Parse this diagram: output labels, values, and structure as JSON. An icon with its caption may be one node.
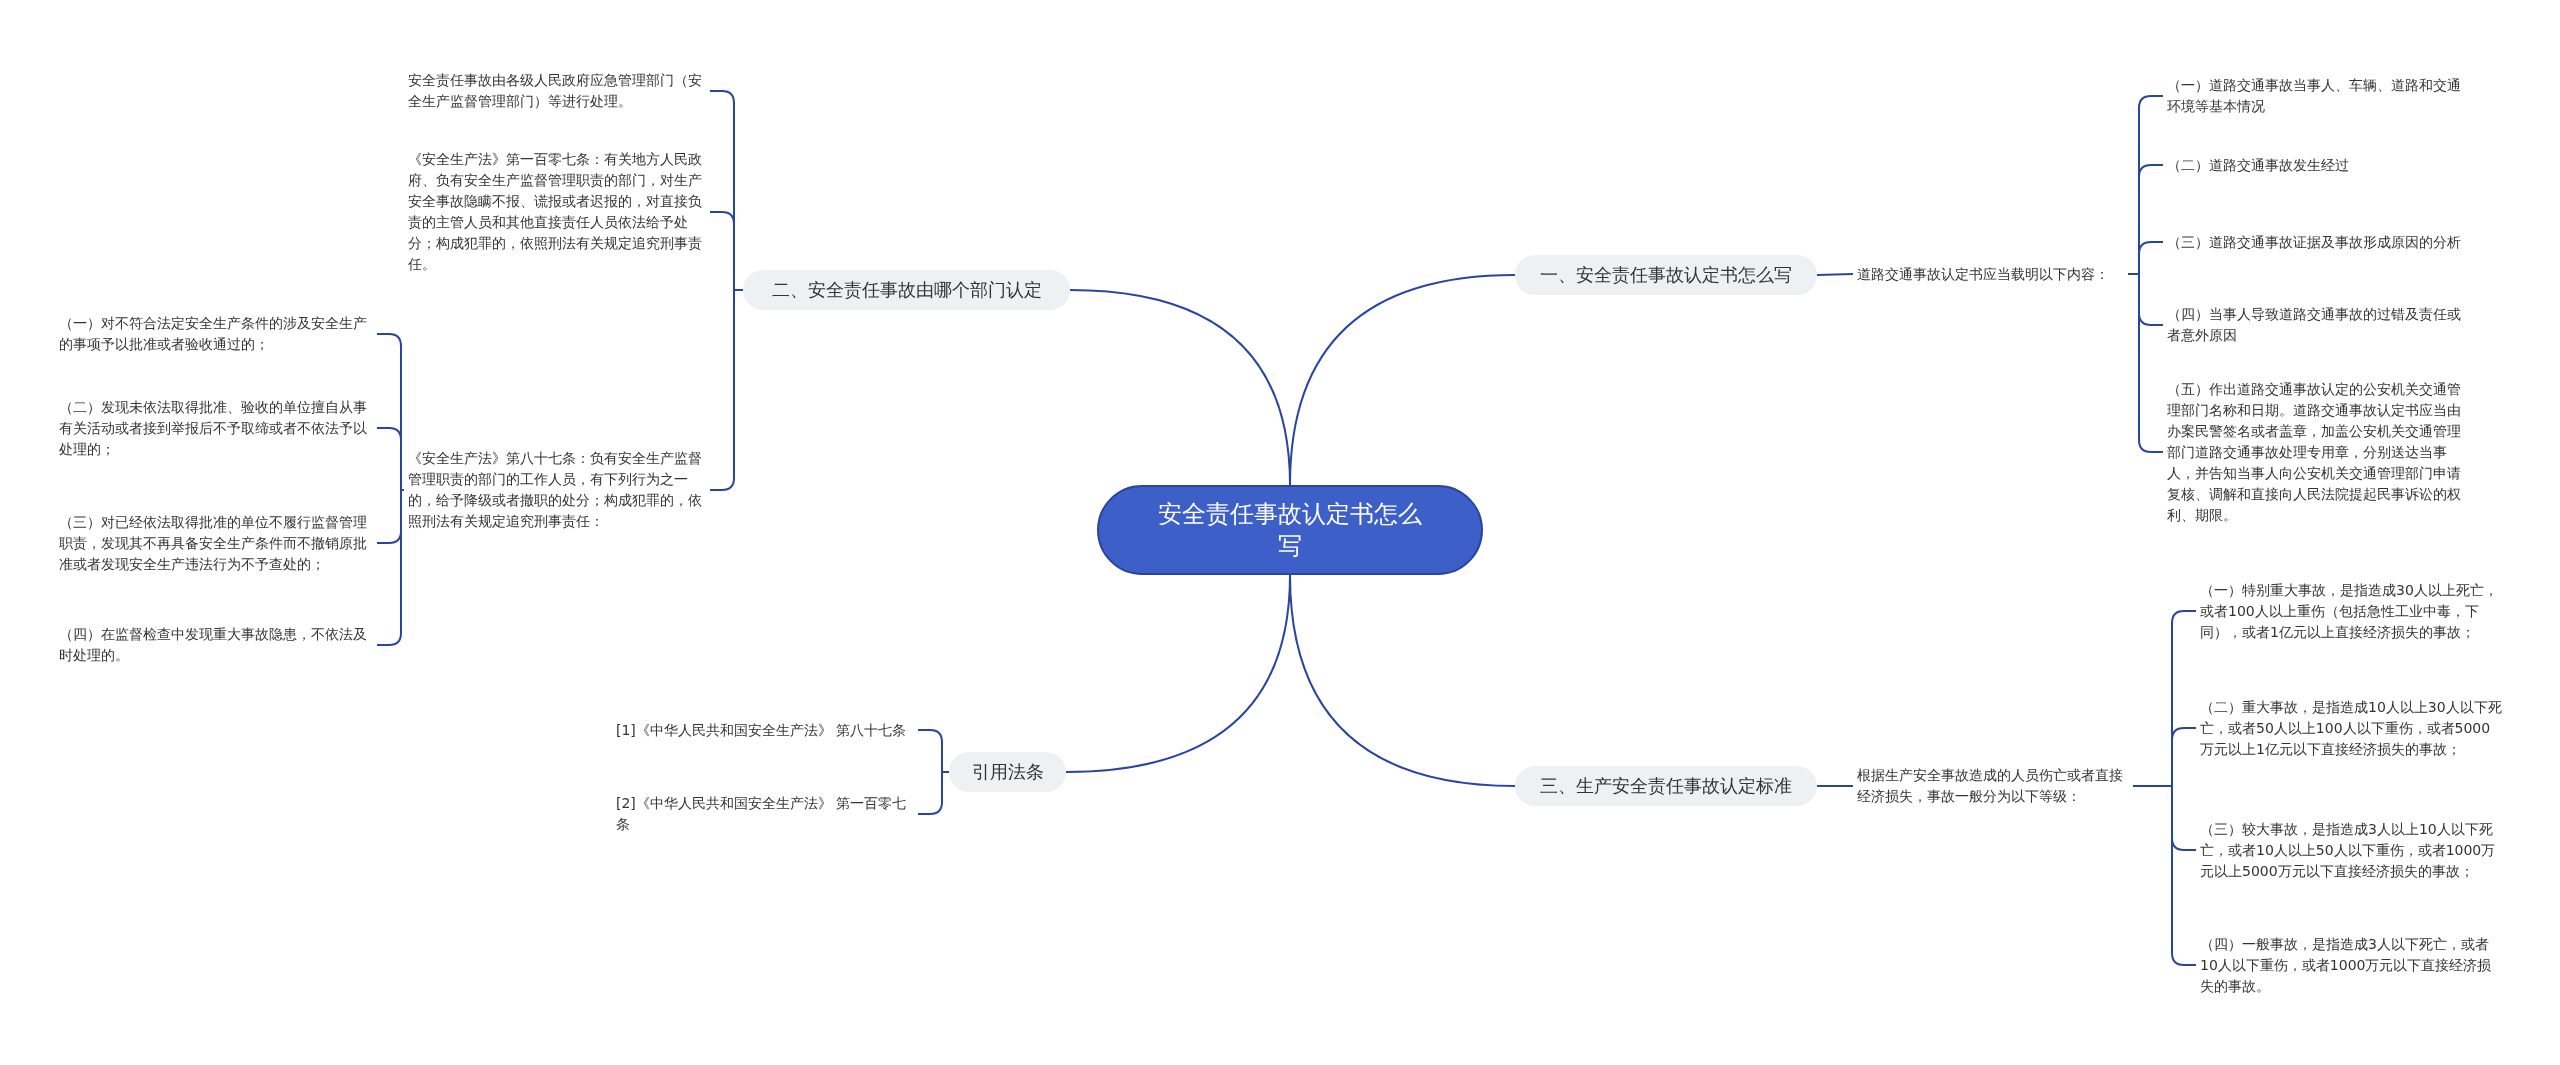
{
  "diagram": {
    "nodes": [
      {
        "text": [
          "安全责任事故认定书怎么写"
        ]
      },
      {
        "text": [
          "一、安全责任事故认定书怎么写"
        ]
      },
      {
        "text": [
          "道路交通事故认定书应当载明以下内容："
        ]
      },
      {
        "text": [
          "（一）道路交通事故当事人、车辆、道路和交通环境等基本情况"
        ]
      },
      {
        "text": [
          "（二）道路交通事故发生经过"
        ]
      },
      {
        "text": [
          "（三）道路交通事故证据及事故形成原因的分析"
        ]
      },
      {
        "text": [
          "（四）当事人导致道路交通事故的过错及责任或者意外原因"
        ]
      },
      {
        "text": [
          "（五）作出道路交通事故认定的公安机关交通管理部门名称和日期。道路交通事故认定书应当由办案民警签名或者盖章，加盖公安机关交通管理部门道路交通事故处理专用章，分别送达当事人，并告知当事人向公安机关交通管理部门申请复核、调解和直接向人民法院提起民事诉讼的权利、期限。"
        ]
      },
      {
        "text": [
          "三、生产安全责任事故认定标准"
        ]
      },
      {
        "text": [
          "根据生产安全事故造成的人员伤亡或者直接经济损失，事故一般分为以下等级："
        ]
      },
      {
        "text": [
          "（一）特别重大事故，是指造成30人以上死亡，或者100人以上重伤（包括急性工业中毒，下同），或者1亿元以上直接经济损失的事故；"
        ]
      },
      {
        "text": [
          "（二）重大事故，是指造成10人以上30人以下死亡，或者50人以上100人以下重伤，或者5000万元以上1亿元以下直接经济损失的事故；"
        ]
      },
      {
        "text": [
          "（三）较大事故，是指造成3人以上10人以下死亡，或者10人以上50人以下重伤，或者1000万元以上5000万元以下直接经济损失的事故；"
        ]
      },
      {
        "text": [
          "（四）一般事故，是指造成3人以下死亡，或者10人以下重伤，或者1000万元以下直接经济损失的事故。"
        ]
      },
      {
        "text": [
          "二、安全责任事故由哪个部门认定"
        ]
      },
      {
        "text": [
          "安全责任事故由各级人民政府应急管理部门（安全生产监督管理部门）等进行处理。"
        ]
      },
      {
        "text": [
          "《安全生产法》第一百零七条：有关地方人民政府、负有安全生产监督管理职责的部门，对生产安全事故隐瞒不报、谎报或者迟报的，对直接负责的主管人员和其他直接责任人员依法给予处分；构成犯罪的，依照刑法有关规定追究刑事责任。"
        ]
      },
      {
        "text": [
          "《安全生产法》第八十七条：负有安全生产监督管理职责的部门的工作人员，有下列行为之一的，给予降级或者撤职的处分；构成犯罪的，依照刑法有关规定追究刑事责任："
        ]
      },
      {
        "text": [
          "（一）对不符合法定安全生产条件的涉及安全生产的事项予以批准或者验收通过的；"
        ]
      },
      {
        "text": [
          "（二）发现未依法取得批准、验收的单位擅自从事有关活动或者接到举报后不予取缔或者不依法予以处理的；"
        ]
      },
      {
        "text": [
          "（三）对已经依法取得批准的单位不履行监督管理职责，发现其不再具备安全生产条件而不撤销原批准或者发现安全生产违法行为不予查处的；"
        ]
      },
      {
        "text": [
          "（四）在监督检查中发现重大事故隐患，不依法及时处理的。"
        ]
      },
      {
        "text": [
          "引用法条"
        ]
      },
      {
        "text": [
          "[1]《中华人民共和国安全生产法》 第八十七条"
        ]
      },
      {
        "text": [
          "[2]《中华人民共和国安全生产法》 第一百零七条"
        ]
      }
    ],
    "edges": [
      {
        "from": 0,
        "to": 1,
        "arrow": "none"
      },
      {
        "from": 1,
        "to": 2,
        "arrow": "none"
      },
      {
        "from": 2,
        "to": 3,
        "arrow": "none"
      },
      {
        "from": 2,
        "to": 4,
        "arrow": "none"
      },
      {
        "from": 2,
        "to": 5,
        "arrow": "none"
      },
      {
        "from": 2,
        "to": 6,
        "arrow": "none"
      },
      {
        "from": 2,
        "to": 7,
        "arrow": "none"
      },
      {
        "from": 0,
        "to": 8,
        "arrow": "none"
      },
      {
        "from": 8,
        "to": 9,
        "arrow": "none"
      },
      {
        "from": 9,
        "to": 10,
        "arrow": "none"
      },
      {
        "from": 9,
        "to": 11,
        "arrow": "none"
      },
      {
        "from": 9,
        "to": 12,
        "arrow": "none"
      },
      {
        "from": 9,
        "to": 13,
        "arrow": "none"
      },
      {
        "from": 0,
        "to": 14,
        "arrow": "none"
      },
      {
        "from": 14,
        "to": 15,
        "arrow": "none"
      },
      {
        "from": 14,
        "to": 16,
        "arrow": "none"
      },
      {
        "from": 14,
        "to": 17,
        "arrow": "none"
      },
      {
        "from": 17,
        "to": 18,
        "arrow": "none"
      },
      {
        "from": 17,
        "to": 19,
        "arrow": "none"
      },
      {
        "from": 17,
        "to": 20,
        "arrow": "none"
      },
      {
        "from": 17,
        "to": 21,
        "arrow": "none"
      },
      {
        "from": 0,
        "to": 22,
        "arrow": "none"
      },
      {
        "from": 22,
        "to": 23,
        "arrow": "none"
      },
      {
        "from": 22,
        "to": 24,
        "arrow": "none"
      }
    ]
  }
}
